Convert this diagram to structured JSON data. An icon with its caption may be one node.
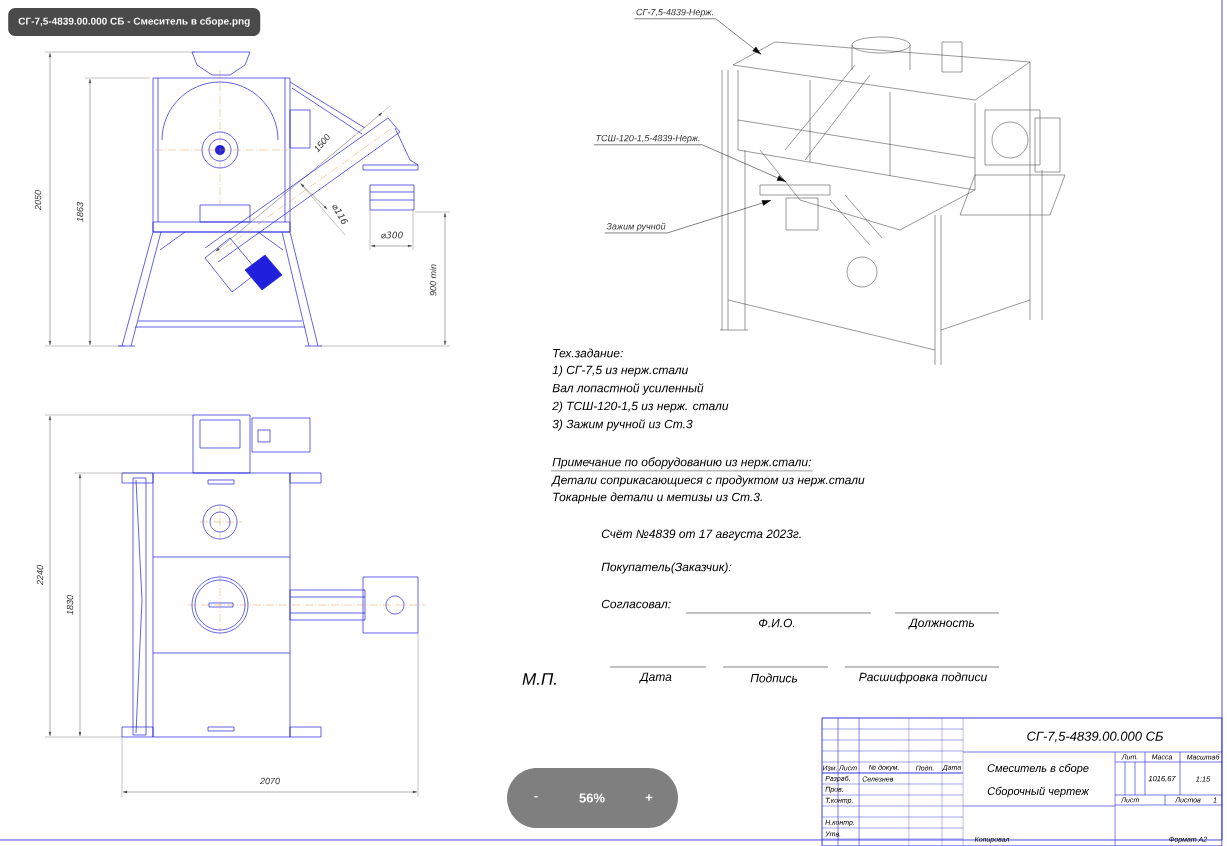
{
  "diagram": {
    "nodes": [
      {
        "text": [
          "СГ-7,5-4839-Нерж."
        ]
      },
      {
        "text": [
          "ТСШ-120-1,5-4839-Нерж."
        ]
      },
      {
        "text": [
          "Зажим ручной"
        ]
      }
    ],
    "edges": [
      {
        "from": 0,
        "to": null,
        "arrow": "to"
      },
      {
        "from": 1,
        "to": null,
        "arrow": "to"
      },
      {
        "from": 2,
        "to": null,
        "arrow": "to"
      }
    ],
    "labels": [
      "СГ-7,5-4839.00.000 СБ - Смеситель в сборе.png",
      "2050",
      "1863",
      "1500",
      "⌀116",
      "⌀300",
      "900 min",
      "2240",
      "1830",
      "2070",
      "Тех.задание:",
      "1) СГ-7,5 из нерж.стали",
      "Вал лопастной усиленный",
      "2) ТСШ-120-1,5 из нерж. стали",
      "3) Зажим ручной из Ст.3",
      "Примечание по оборудованию из нерж.стали:",
      "Детали соприкасающиеся с продуктом из нерж.стали",
      "Токарные детали и метизы из Ст.3.",
      "Счёт №4839 от 17 августа 2023г.",
      "Покупатель(Заказчик):",
      "Согласовал:",
      "Ф.И.О.",
      "Должность",
      "М.П.",
      "Дата",
      "Подпись",
      "Расшифровка подписи",
      "СГ-7,5-4839.00.000 СБ",
      "Изм.",
      "Лист",
      "№ докум.",
      "Подп.",
      "Дата",
      "Разраб.",
      "Селезнев",
      "Смеситель в сборе",
      "Сборочный чертеж",
      "Лит.",
      "Масса",
      "Масштаб",
      "Пров.",
      "1016,67",
      "1:15",
      "Т.контр.",
      "Лист",
      "Листов",
      "1",
      "Н.контр.",
      "Утв.",
      "Копировал",
      "Формат A2",
      "-",
      "56%",
      "+"
    ]
  }
}
